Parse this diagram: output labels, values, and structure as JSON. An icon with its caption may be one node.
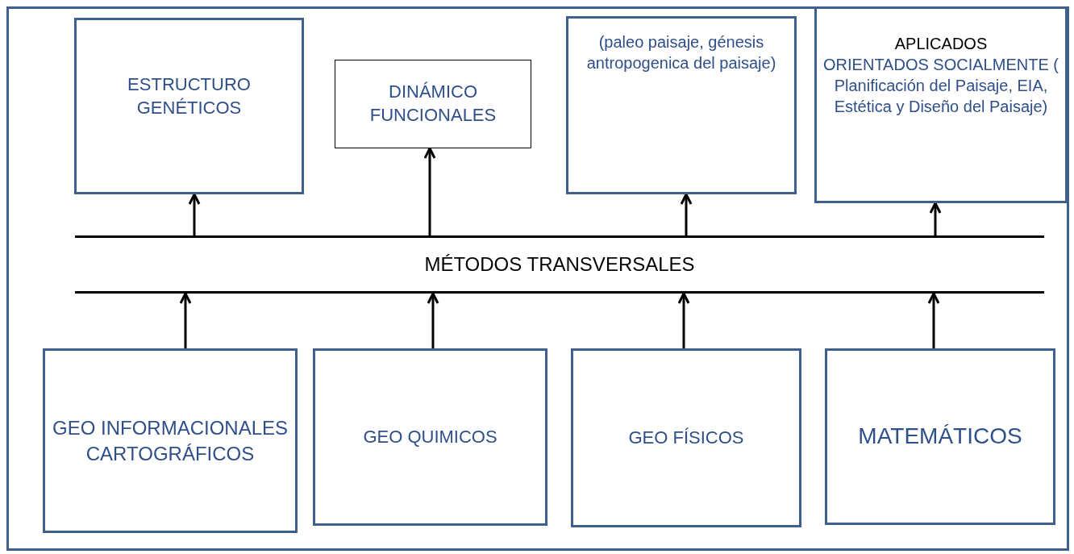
{
  "diagram": {
    "nodes": [
      {
        "text": [
          "ESTRUCTURO GENÉTICOS"
        ]
      },
      {
        "text": [
          "DINÁMICO FUNCIONALES"
        ]
      },
      {
        "text": [
          "(paleo paisaje, génesis antropogenica del paisaje)"
        ]
      },
      {
        "text": [
          "APLICADOS",
          "ORIENTADOS SOCIALMENTE ( Planificación del Paisaje, EIA, Estética y Diseño del Paisaje)"
        ]
      },
      {
        "text": [
          "MÉTODOS TRANSVERSALES"
        ]
      },
      {
        "text": [
          "GEO INFORMACIONALES CARTOGRÁFICOS"
        ]
      },
      {
        "text": [
          "GEO QUIMICOS"
        ]
      },
      {
        "text": [
          "GEO FÍSICOS"
        ]
      },
      {
        "text": [
          "MATEMÁTICOS"
        ]
      }
    ],
    "edges": [
      {
        "from": 4,
        "to": 0,
        "arrow": "to"
      },
      {
        "from": 4,
        "to": 1,
        "arrow": "to"
      },
      {
        "from": 4,
        "to": 2,
        "arrow": "to"
      },
      {
        "from": 4,
        "to": 3,
        "arrow": "to"
      },
      {
        "from": 5,
        "to": 4,
        "arrow": "to"
      },
      {
        "from": 6,
        "to": 4,
        "arrow": "to"
      },
      {
        "from": 7,
        "to": 4,
        "arrow": "to"
      },
      {
        "from": 8,
        "to": 4,
        "arrow": "to"
      }
    ]
  }
}
